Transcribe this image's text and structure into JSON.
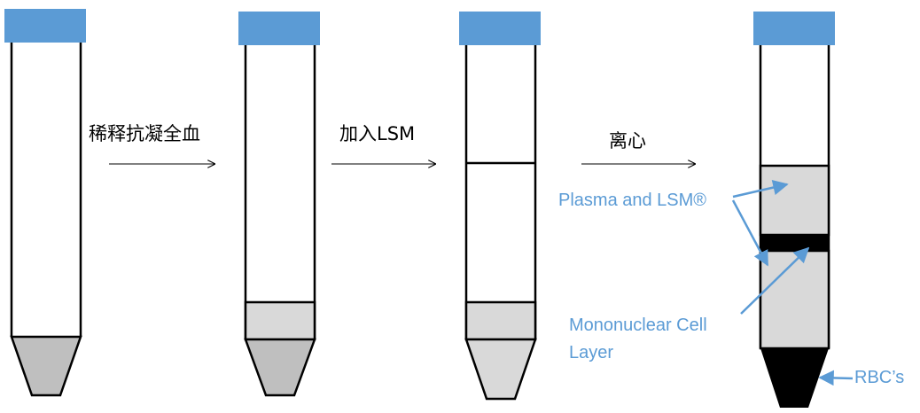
{
  "steps": [
    {
      "label": "稀释抗凝全血"
    },
    {
      "label": "加入LSM"
    },
    {
      "label": "离心"
    }
  ],
  "annotations": {
    "plasma": "Plasma and LSM®",
    "mononuclear_line1": "Mononuclear Cell",
    "mononuclear_line2": "Layer",
    "rbc": "RBC’s"
  },
  "colors": {
    "cap": "#5b9bd5",
    "tube_outline": "#000000",
    "light_gray": "#d9d9d9",
    "mid_gray": "#bfbfbf",
    "annotation": "#5b9bd5",
    "black_layer": "#000000"
  }
}
